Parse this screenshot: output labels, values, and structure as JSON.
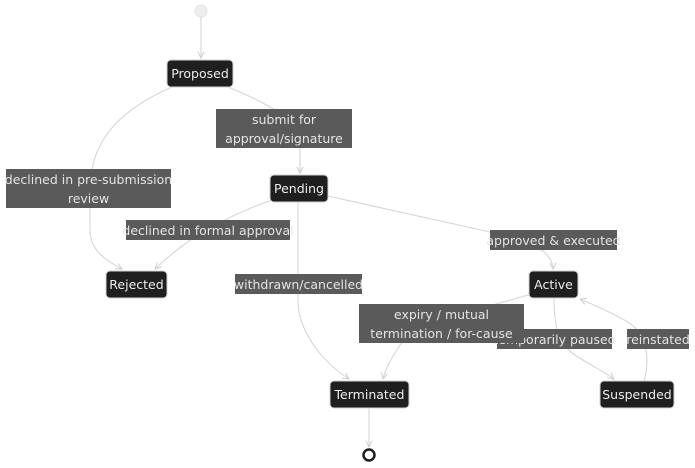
{
  "diagram": {
    "type": "state",
    "colors": {
      "node_fill": "#1f1f1f",
      "node_text": "#eeeeee",
      "label_fill": "#5a5a5a",
      "label_text": "#e4e4e4",
      "edge": "#d6d6d6",
      "start": "#eeeeee"
    },
    "states": [
      {
        "id": "start",
        "kind": "start"
      },
      {
        "id": "proposed",
        "label": "Proposed"
      },
      {
        "id": "pending",
        "label": "Pending"
      },
      {
        "id": "rejected",
        "label": "Rejected"
      },
      {
        "id": "active",
        "label": "Active"
      },
      {
        "id": "terminated",
        "label": "Terminated"
      },
      {
        "id": "suspended",
        "label": "Suspended"
      },
      {
        "id": "end",
        "kind": "end"
      }
    ],
    "transitions": [
      {
        "from": "start",
        "to": "proposed",
        "label": ""
      },
      {
        "from": "proposed",
        "to": "pending",
        "label": "submit for approval/signature",
        "lines": [
          "submit for",
          "approval/signature"
        ]
      },
      {
        "from": "proposed",
        "to": "rejected",
        "label": "declined in pre-submission review",
        "lines": [
          "declined in pre-submission",
          "review"
        ]
      },
      {
        "from": "pending",
        "to": "rejected",
        "label": "declined in formal approval",
        "lines": [
          "declined in formal approval"
        ]
      },
      {
        "from": "pending",
        "to": "terminated",
        "label": "withdrawn/cancelled",
        "lines": [
          "withdrawn/cancelled"
        ]
      },
      {
        "from": "pending",
        "to": "active",
        "label": "approved & executed",
        "lines": [
          "approved & executed"
        ]
      },
      {
        "from": "active",
        "to": "terminated",
        "label": "expiry / mutual termination / for-cause",
        "lines": [
          "expiry / mutual",
          "termination / for-cause"
        ]
      },
      {
        "from": "active",
        "to": "suspended",
        "label": "temporarily paused",
        "lines": [
          "temporarily paused"
        ]
      },
      {
        "from": "suspended",
        "to": "active",
        "label": "reinstated",
        "lines": [
          "reinstated"
        ]
      },
      {
        "from": "terminated",
        "to": "end",
        "label": ""
      }
    ]
  }
}
